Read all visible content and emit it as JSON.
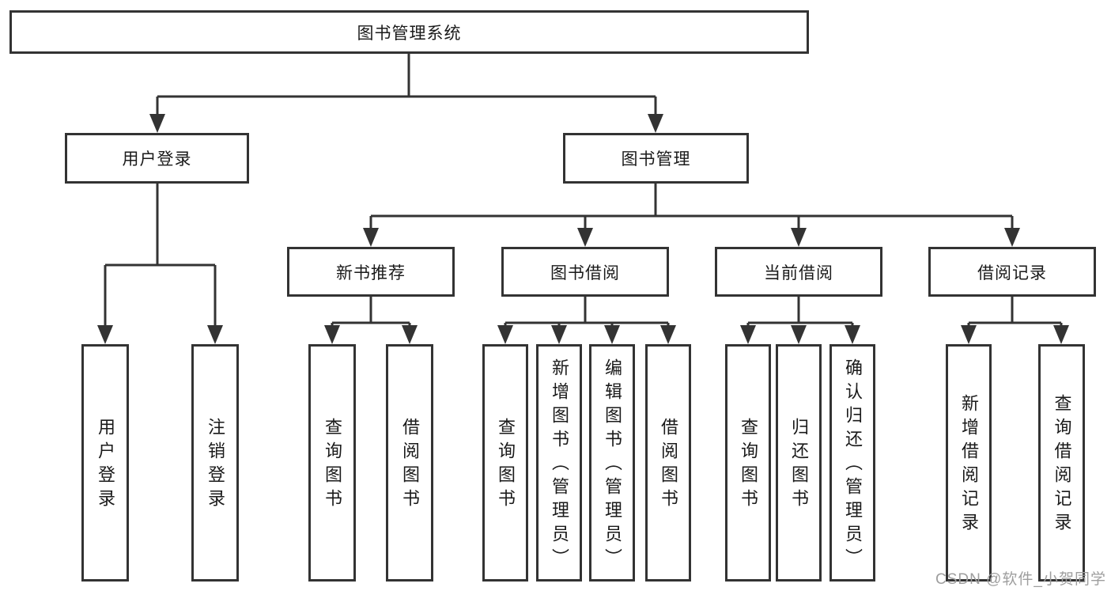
{
  "diagram": {
    "root": {
      "label": "图书管理系统"
    },
    "branches": [
      {
        "label": "用户登录",
        "children": [
          {
            "label": "用户登录"
          },
          {
            "label": "注销登录"
          }
        ]
      },
      {
        "label": "图书管理",
        "children": [
          {
            "label": "新书推荐",
            "children": [
              {
                "label": "查询图书"
              },
              {
                "label": "借阅图书"
              }
            ]
          },
          {
            "label": "图书借阅",
            "children": [
              {
                "label": "查询图书"
              },
              {
                "label": "新增图书（管理员）"
              },
              {
                "label": "编辑图书（管理员）"
              },
              {
                "label": "借阅图书"
              }
            ]
          },
          {
            "label": "当前借阅",
            "children": [
              {
                "label": "查询图书"
              },
              {
                "label": "归还图书"
              },
              {
                "label": "确认归还（管理员）"
              }
            ]
          },
          {
            "label": "借阅记录",
            "children": [
              {
                "label": "新增借阅记录"
              },
              {
                "label": "查询借阅记录"
              }
            ]
          }
        ]
      }
    ],
    "watermark": {
      "text": "CSDN @软件_小贺同学"
    },
    "colors": {
      "line": "#333333",
      "text": "#1a1a1a",
      "watermark": "#9e9e9e",
      "background": "#ffffff"
    }
  }
}
